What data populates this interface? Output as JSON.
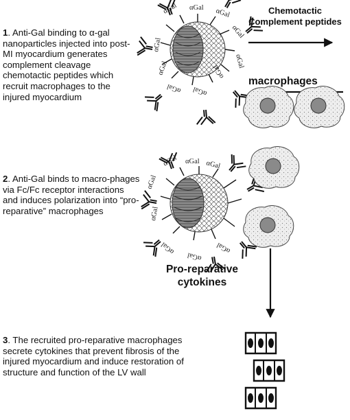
{
  "steps": [
    {
      "number": "1",
      "text": ". Anti-Gal binding to α-gal nanoparticles injected into post-MI myocardium generates complement cleavage chemotactic peptides which recruit macrophages to the injured myocardium"
    },
    {
      "number": "2",
      "text": ". Anti-Gal binds to macro-phages via Fc/Fc receptor interactions and induces polarization into “pro-reparative” macrophages"
    },
    {
      "number": "3",
      "text": ". The recruited pro-reparative macrophages secrete cytokines that prevent fibrosis of the injured myocardium and induce restoration of structure and function of the LV wall"
    }
  ],
  "labels": {
    "chemotactic": "Chemotactic Complement peptides",
    "macrophages": "macrophages",
    "cytokines": "Pro-reparative cytokines"
  },
  "epitope_label": "αGal",
  "colors": {
    "ink": "#111111",
    "cell_fill": "#efefef",
    "nucleus": "#8a8a8a",
    "particle_core": "#9a9a9a"
  }
}
